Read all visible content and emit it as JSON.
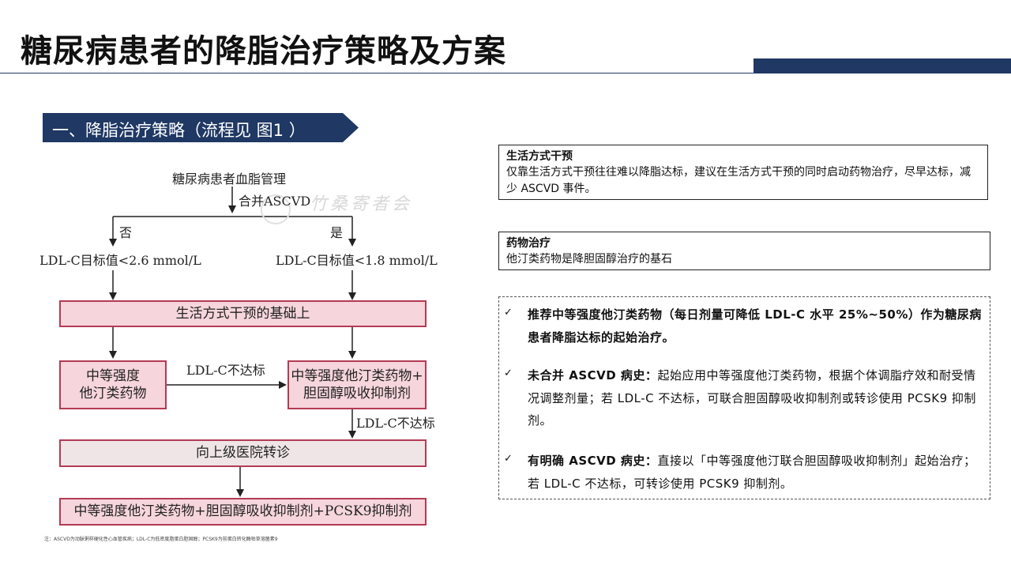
{
  "page": {
    "title": "糖尿病患者的降脂治疗策略及方案"
  },
  "section": {
    "banner": "一、降脂治疗策略（流程见 图1 ）"
  },
  "flowchart": {
    "start": "糖尿病患者血脂管理",
    "condition": "合并ASCVD",
    "branch_no": "否",
    "branch_yes": "是",
    "target_no": "LDL-C目标值<2.6 mmol/L",
    "target_yes": "LDL-C目标值<1.8 mmol/L",
    "lifestyle_box": "生活方式干预的基础上",
    "moderate_statin": [
      "中等强度",
      "他汀类药物"
    ],
    "not_reached_1": "LDL-C不达标",
    "statin_plus": [
      "中等强度他汀类药物+",
      "胆固醇吸收抑制剂"
    ],
    "not_reached_2": "LDL-C不达标",
    "referral_box": "向上级医院转诊",
    "final_box": "中等强度他汀类药物+胆固醇吸收抑制剂+PCSK9抑制剂",
    "watermark": "竹桑寄者会",
    "footnote": "注：ASCVD为动脉粥样硬化性心血管疾病；LDL-C为低密度脂蛋白胆固醇；PCSK9为前蛋白转化酶枯草溶菌素9"
  },
  "lifestyle_panel": {
    "heading": "生活方式干预",
    "text": "仅靠生活方式干预往往难以降脂达标，建议在生活方式干预的同时启动药物治疗，尽早达标，减少 ASCVD 事件。"
  },
  "drug_panel": {
    "heading": "药物治疗",
    "text": "他汀类药物是降胆固醇治疗的基石"
  },
  "recommendations": [
    {
      "check": "✓",
      "bold": "推荐中等强度他汀类药物（每日剂量可降低 LDL-C 水平 25%~50%）作为糖尿病患者降脂达标的起始治疗。",
      "text": ""
    },
    {
      "check": "✓",
      "bold": "未合并 ASCVD 病史：",
      "text": "起始应用中等强度他汀类药物，根据个体调脂疗效和耐受情况调整剂量；若 LDL-C 不达标，可联合胆固醇吸收抑制剂或转诊使用 PCSK9 抑制剂。"
    },
    {
      "check": "✓",
      "bold": "有明确 ASCVD 病史：",
      "text": "直接以「中等强度他汀联合胆固醇吸收抑制剂」起始治疗；若 LDL-C 不达标，可转诊使用 PCSK9 抑制剂。"
    }
  ],
  "colors": {
    "navy": "#1f3864",
    "box_border": "#b33b55",
    "box_pink": "#f6d5dc",
    "box_grey": "#efe5e7"
  }
}
